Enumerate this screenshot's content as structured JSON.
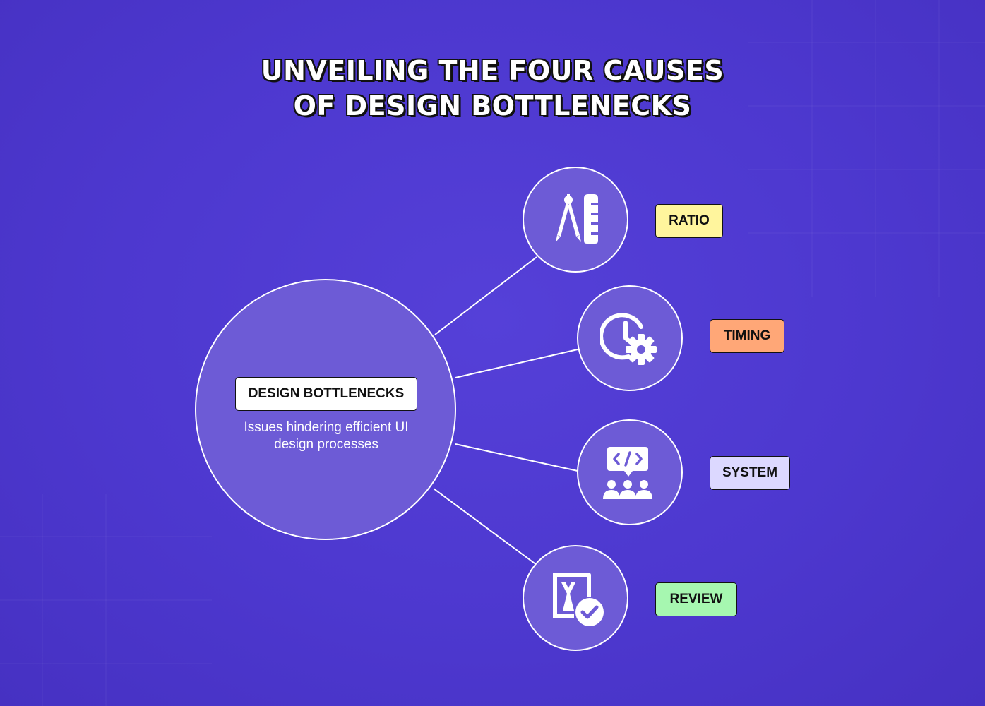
{
  "title": {
    "line1": "UNVEILING THE FOUR CAUSES",
    "line2": "OF DESIGN BOTTLENECKS"
  },
  "hub": {
    "label": "DESIGN BOTTLENECKS",
    "description_line1": "Issues hindering efficient UI",
    "description_line2": "design processes"
  },
  "causes": [
    {
      "label": "RATIO",
      "icon": "compass-ruler-icon",
      "color": "#fff59d"
    },
    {
      "label": "TIMING",
      "icon": "clock-gear-icon",
      "color": "#ffa777"
    },
    {
      "label": "SYSTEM",
      "icon": "code-team-icon",
      "color": "#dcd8ff"
    },
    {
      "label": "REVIEW",
      "icon": "design-check-icon",
      "color": "#a6f7b0"
    }
  ],
  "colors": {
    "background": "#4d38cf",
    "circle_fill": "#6d5bd6",
    "stroke": "#ffffff"
  }
}
